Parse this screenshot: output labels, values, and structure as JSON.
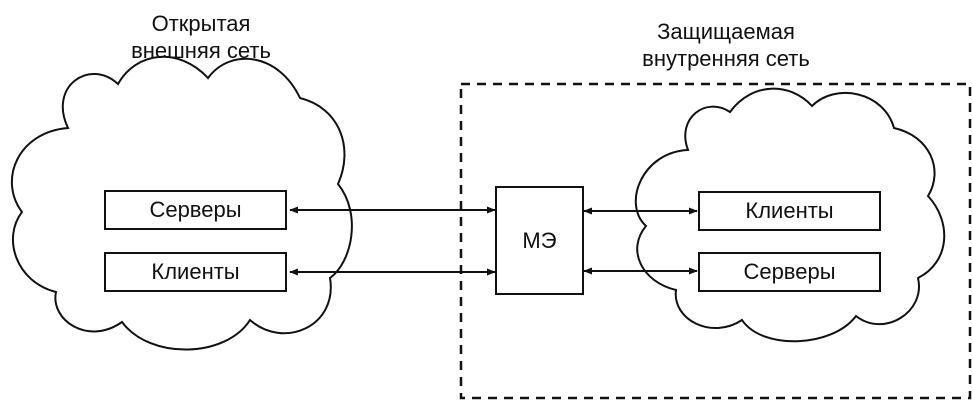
{
  "external_network": {
    "title_line1": "Открытая",
    "title_line2": "внешняя сеть",
    "boxes": [
      "Серверы",
      "Клиенты"
    ]
  },
  "internal_network": {
    "title_line1": "Защищаемая",
    "title_line2": "внутренняя сеть",
    "boxes": [
      "Клиенты",
      "Серверы"
    ]
  },
  "firewall": {
    "label": "МЭ"
  }
}
